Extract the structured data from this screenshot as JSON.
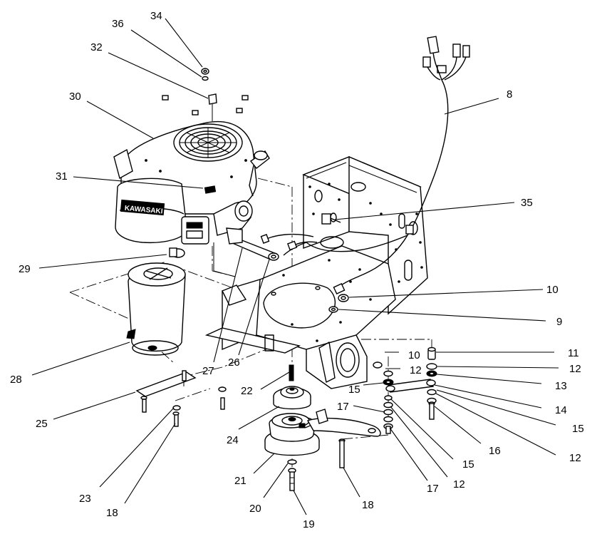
{
  "callouts": [
    {
      "id": "c34",
      "text": "34"
    },
    {
      "id": "c36",
      "text": "36"
    },
    {
      "id": "c32",
      "text": "32"
    },
    {
      "id": "c30",
      "text": "30"
    },
    {
      "id": "c31",
      "text": "31"
    },
    {
      "id": "c29",
      "text": "29"
    },
    {
      "id": "c28",
      "text": "28"
    },
    {
      "id": "c25",
      "text": "25"
    },
    {
      "id": "c27",
      "text": "27"
    },
    {
      "id": "c26",
      "text": "26"
    },
    {
      "id": "c22",
      "text": "22"
    },
    {
      "id": "c24",
      "text": "24"
    },
    {
      "id": "c23",
      "text": "23"
    },
    {
      "id": "c18a",
      "text": "18"
    },
    {
      "id": "c21",
      "text": "21"
    },
    {
      "id": "c20",
      "text": "20"
    },
    {
      "id": "c19",
      "text": "19"
    },
    {
      "id": "c18b",
      "text": "18"
    },
    {
      "id": "c17a",
      "text": "17"
    },
    {
      "id": "c17b",
      "text": "17"
    },
    {
      "id": "c12a",
      "text": "12"
    },
    {
      "id": "c12b",
      "text": "12"
    },
    {
      "id": "c12c",
      "text": "12"
    },
    {
      "id": "c12d",
      "text": "12"
    },
    {
      "id": "c15a",
      "text": "15"
    },
    {
      "id": "c15b",
      "text": "15"
    },
    {
      "id": "c15c",
      "text": "15"
    },
    {
      "id": "c16",
      "text": "16"
    },
    {
      "id": "c14",
      "text": "14"
    },
    {
      "id": "c13",
      "text": "13"
    },
    {
      "id": "c11",
      "text": "11"
    },
    {
      "id": "c10a",
      "text": "10"
    },
    {
      "id": "c10b",
      "text": "10"
    },
    {
      "id": "c9",
      "text": "9"
    },
    {
      "id": "c35",
      "text": "35"
    },
    {
      "id": "c8",
      "text": "8"
    }
  ],
  "engine_brand": "KAWASAKI"
}
